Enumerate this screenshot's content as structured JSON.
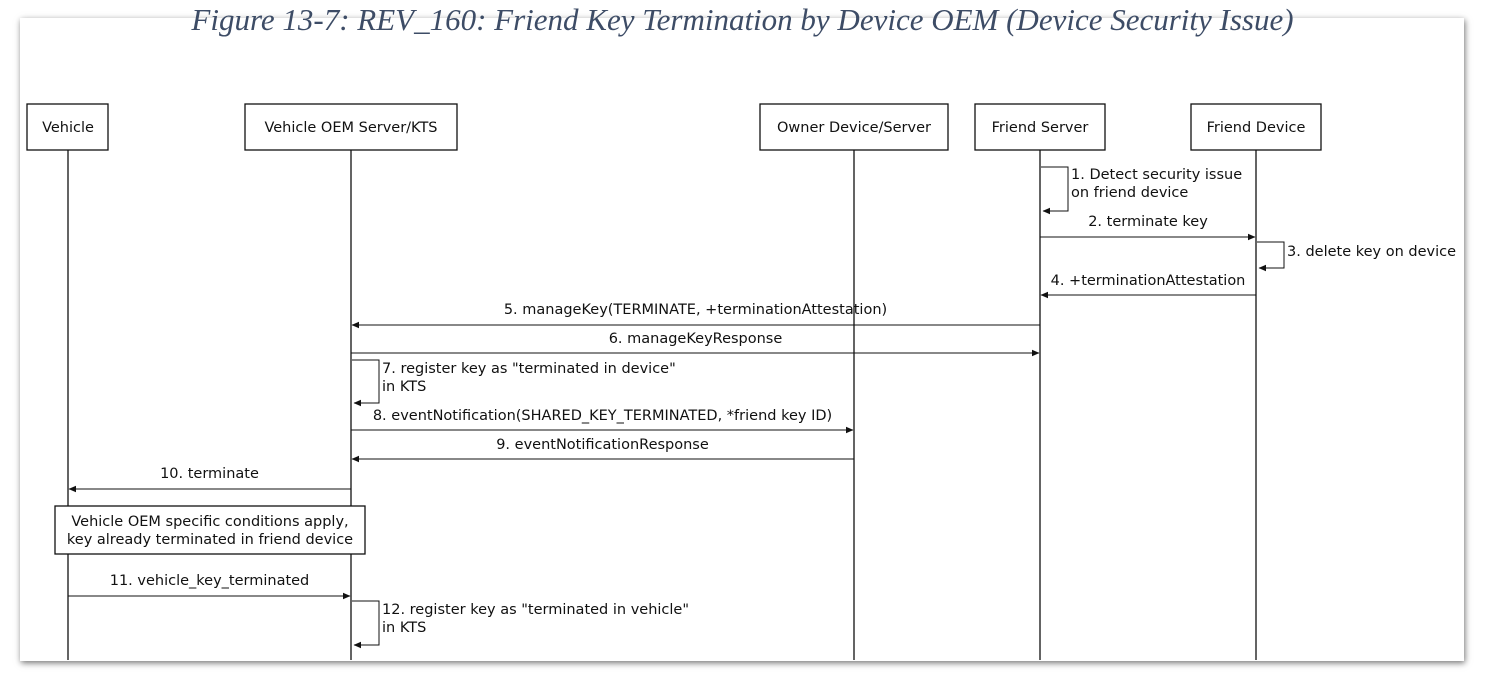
{
  "figure_title": "Figure 13-7: REV_160: Friend Key Termination by Device OEM (Device Security Issue)",
  "participants": [
    {
      "id": "vehicle",
      "label": "Vehicle"
    },
    {
      "id": "kts",
      "label": "Vehicle OEM Server/KTS"
    },
    {
      "id": "owner",
      "label": "Owner Device/Server"
    },
    {
      "id": "friend_server",
      "label": "Friend Server"
    },
    {
      "id": "friend_device",
      "label": "Friend Device"
    }
  ],
  "messages": [
    {
      "id": "m1",
      "label_lines": [
        "1. Detect security issue",
        "on friend device"
      ],
      "from": "friend_server",
      "to": "friend_server"
    },
    {
      "id": "m2",
      "label_lines": [
        "2. terminate key"
      ],
      "from": "friend_server",
      "to": "friend_device"
    },
    {
      "id": "m3",
      "label_lines": [
        "3. delete key on device"
      ],
      "from": "friend_device",
      "to": "friend_device"
    },
    {
      "id": "m4",
      "label_lines": [
        "4. +terminationAttestation"
      ],
      "from": "friend_device",
      "to": "friend_server"
    },
    {
      "id": "m5",
      "label_lines": [
        "5. manageKey(TERMINATE, +terminationAttestation)"
      ],
      "from": "friend_server",
      "to": "kts"
    },
    {
      "id": "m6",
      "label_lines": [
        "6. manageKeyResponse"
      ],
      "from": "kts",
      "to": "friend_server"
    },
    {
      "id": "m7",
      "label_lines": [
        "7. register key as \"terminated in device\"",
        "in KTS"
      ],
      "from": "kts",
      "to": "kts"
    },
    {
      "id": "m8",
      "label_lines": [
        "8. eventNotification(SHARED_KEY_TERMINATED, *friend key ID)"
      ],
      "from": "kts",
      "to": "owner"
    },
    {
      "id": "m9",
      "label_lines": [
        "9. eventNotificationResponse"
      ],
      "from": "owner",
      "to": "kts"
    },
    {
      "id": "m10",
      "label_lines": [
        "10. terminate"
      ],
      "from": "kts",
      "to": "vehicle"
    },
    {
      "id": "m11",
      "label_lines": [
        "11. vehicle_key_terminated"
      ],
      "from": "vehicle",
      "to": "kts"
    },
    {
      "id": "m12",
      "label_lines": [
        "12. register key as \"terminated in vehicle\"",
        "in KTS"
      ],
      "from": "kts",
      "to": "kts"
    }
  ],
  "note": {
    "lines": [
      "Vehicle OEM specific conditions apply,",
      "key already terminated in friend device"
    ]
  }
}
